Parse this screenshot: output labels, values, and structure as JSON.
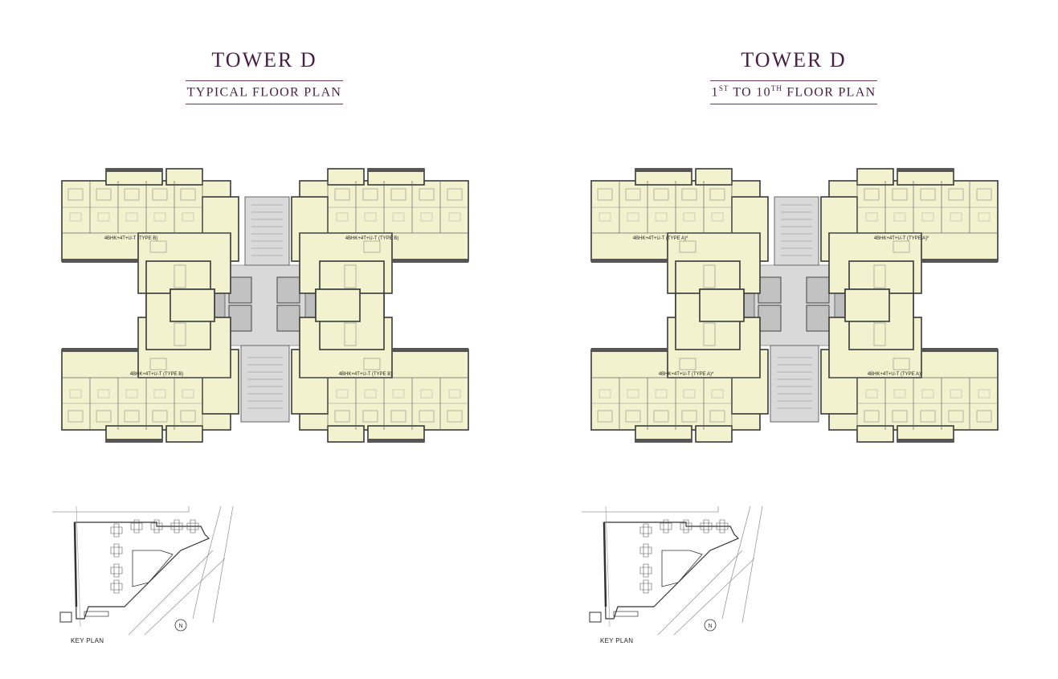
{
  "panels": [
    {
      "title": "TOWER D",
      "subtitle": {
        "prefix": "",
        "sup1": "",
        "mid": "TYPICAL FLOOR PLAN",
        "sup2": "",
        "suffix": ""
      },
      "units": [
        "4BHK+4T+U-T (TYPE B)",
        "4BHK+4T+U-T (TYPE B)",
        "4BHK+4T+U-T (TYPE B)",
        "4BHK+4T+U-T (TYPE B)"
      ],
      "key_plan_label": "KEY PLAN",
      "north_label": "N"
    },
    {
      "title": "TOWER D",
      "subtitle": {
        "prefix": "1",
        "sup1": "ST",
        "mid": " TO 10",
        "sup2": "TH",
        "suffix": " FLOOR PLAN"
      },
      "units": [
        "4BHK+4T+U-T (TYPE A)*",
        "4BHK+4T+U-T (TYPE A)*",
        "4BHK+4T+U-T (TYPE A)*",
        "4BHK+4T+U-T (TYPE A)*"
      ],
      "key_plan_label": "KEY PLAN",
      "north_label": "N"
    }
  ],
  "colors": {
    "title": "#4a1d43",
    "unit_fill": "#f3f2cf",
    "core_fill": "#d9d9d9",
    "wall": "#3a3a3a"
  }
}
